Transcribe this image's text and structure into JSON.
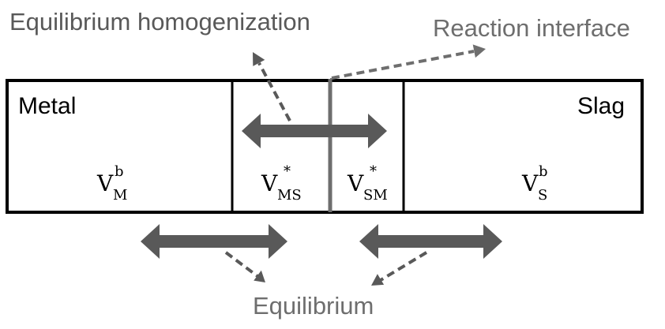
{
  "labels": {
    "top_left": "Equilibrium homogenization",
    "top_right": "Reaction interface",
    "bottom": "Equilibrium",
    "metal": "Metal",
    "slag": "Slag"
  },
  "volumes": {
    "metal_bulk": {
      "base": "V",
      "sub": "M",
      "sup": "b"
    },
    "metal_interface": {
      "base": "V",
      "sub": "MS",
      "sup": "*"
    },
    "slag_interface": {
      "base": "V",
      "sub": "SM",
      "sup": "*"
    },
    "slag_bulk": {
      "base": "V",
      "sub": "S",
      "sup": "b"
    }
  },
  "colors": {
    "box_stroke": "#000000",
    "arrow_fill": "#595959",
    "label_gray": "#6e6e6e",
    "interface_line": "#6e6e6e"
  }
}
